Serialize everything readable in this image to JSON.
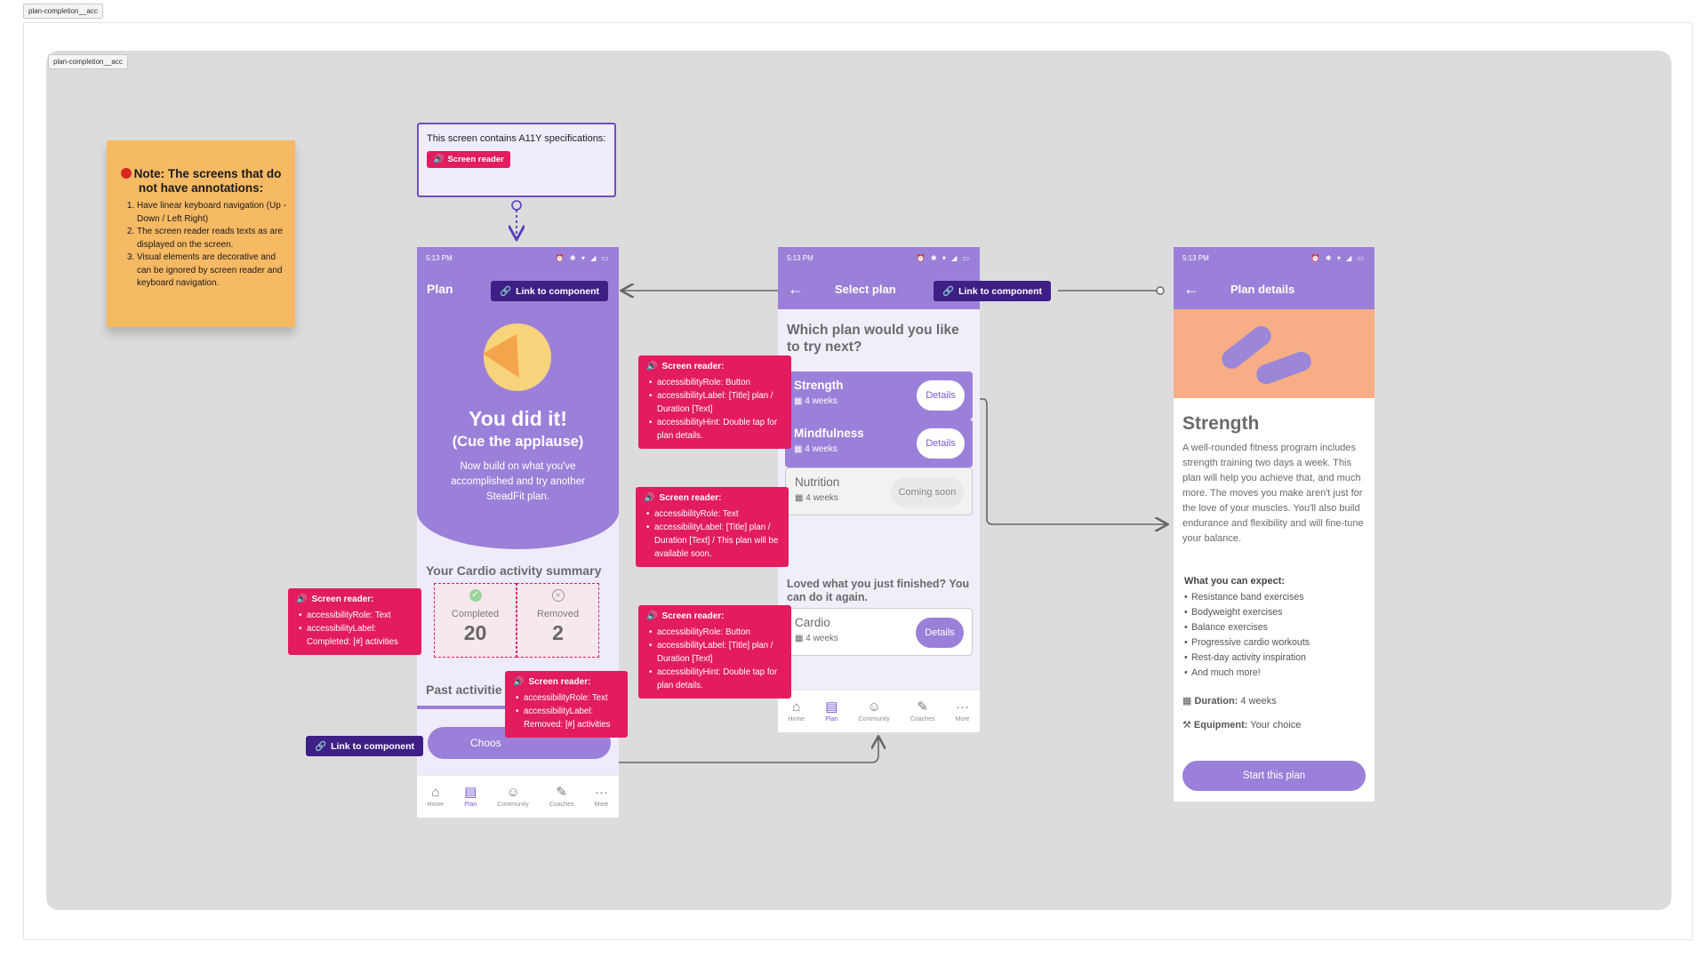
{
  "frame_labels": {
    "outer": "plan-completion__acc",
    "inner": "plan-completion__acc"
  },
  "sticky_note": {
    "title": "Note: The screens that do not have annotations:",
    "items": [
      "Have linear keyboard navigation (Up - Down / Left Right)",
      "The screen reader reads texts as are displayed on the screen.",
      "Visual elements are decorative and can be ignored by screen reader and keyboard navigation."
    ]
  },
  "a11y_note": {
    "text": "This screen contains A11Y specifications:",
    "chip": "Screen reader"
  },
  "status": {
    "time": "5:13 PM",
    "icons": "⏰ ✱ ▾ ◢ ▭"
  },
  "link_label": "Link to component",
  "bottom_nav": [
    {
      "label": "Home",
      "icon": "home-icon",
      "glyph": "⌂"
    },
    {
      "label": "Plan",
      "icon": "plan-icon",
      "glyph": "▤"
    },
    {
      "label": "Community",
      "icon": "community-icon",
      "glyph": "☺"
    },
    {
      "label": "Coaches",
      "icon": "coaches-icon",
      "glyph": "✎"
    },
    {
      "label": "More",
      "icon": "more-icon",
      "glyph": "···"
    }
  ],
  "screen1": {
    "title": "Plan",
    "headline": "You did it!",
    "subheadline": "(Cue the applause)",
    "body": "Now build on what you've accomplished and try another SteadFit plan.",
    "summary_title": "Your Cardio activity summary",
    "completed_label": "Completed",
    "completed_value": "20",
    "removed_label": "Removed",
    "removed_value": "2",
    "past_title": "Past activitie",
    "choose_label": "Choos"
  },
  "screen2": {
    "title": "Select plan",
    "question": "Which plan would you like to try next?",
    "cards": [
      {
        "name": "Strength",
        "weeks": "4 weeks",
        "button": "Details"
      },
      {
        "name": "Mindfulness",
        "weeks": "4 weeks",
        "button": "Details"
      },
      {
        "name": "Nutrition",
        "weeks": "4 weeks",
        "button": "Coming soon"
      }
    ],
    "loved": "Loved what you just finished? You can do it again.",
    "again_card": {
      "name": "Cardio",
      "weeks": "4 weeks",
      "button": "Details"
    }
  },
  "screen3": {
    "title": "Plan details",
    "heading": "Strength",
    "description": "A well-rounded fitness program includes strength training two days a week. This plan will help you achieve that, and much more. The moves you make aren't just for the love of your muscles. You'll also build endurance and flexibility and will fine-tune your balance.",
    "expect_title": "What you can expect:",
    "expect_items": [
      "Resistance band exercises",
      "Bodyweight exercises",
      "Balance exercises",
      "Progressive cardio workouts",
      "Rest-day activity inspiration",
      "And much more!"
    ],
    "duration_label": "Duration:",
    "duration_value": "4 weeks",
    "equipment_label": "Equipment:",
    "equipment_value": "Your choice",
    "start_button": "Start this plan"
  },
  "annotations": {
    "header": "Screen reader:",
    "strength": [
      "accessibilityRole: Button",
      "accessibilityLabel: [Title] plan / Duration [Text]",
      "accessibilityHint: Double tap for plan details."
    ],
    "nutrition": [
      "accessibilityRole: Text",
      "accessibilityLabel: [Title] plan / Duration [Text] / This plan will be available soon."
    ],
    "cardio": [
      "accessibilityRole: Button",
      "accessibilityLabel: [Title] plan / Duration [Text]",
      "accessibilityHint: Double tap for plan details."
    ],
    "completed": [
      "accessibilityRole: Text",
      "accessibilityLabel: Completed: [#] activities"
    ],
    "removed": [
      "accessibilityRole: Text",
      "accessibilityLabel: Removed: [#] activities"
    ]
  },
  "colors": {
    "primary": "#9b80d9",
    "annotation": "#e21c5e",
    "link": "#3d1f86",
    "sticky": "#f6b964"
  }
}
